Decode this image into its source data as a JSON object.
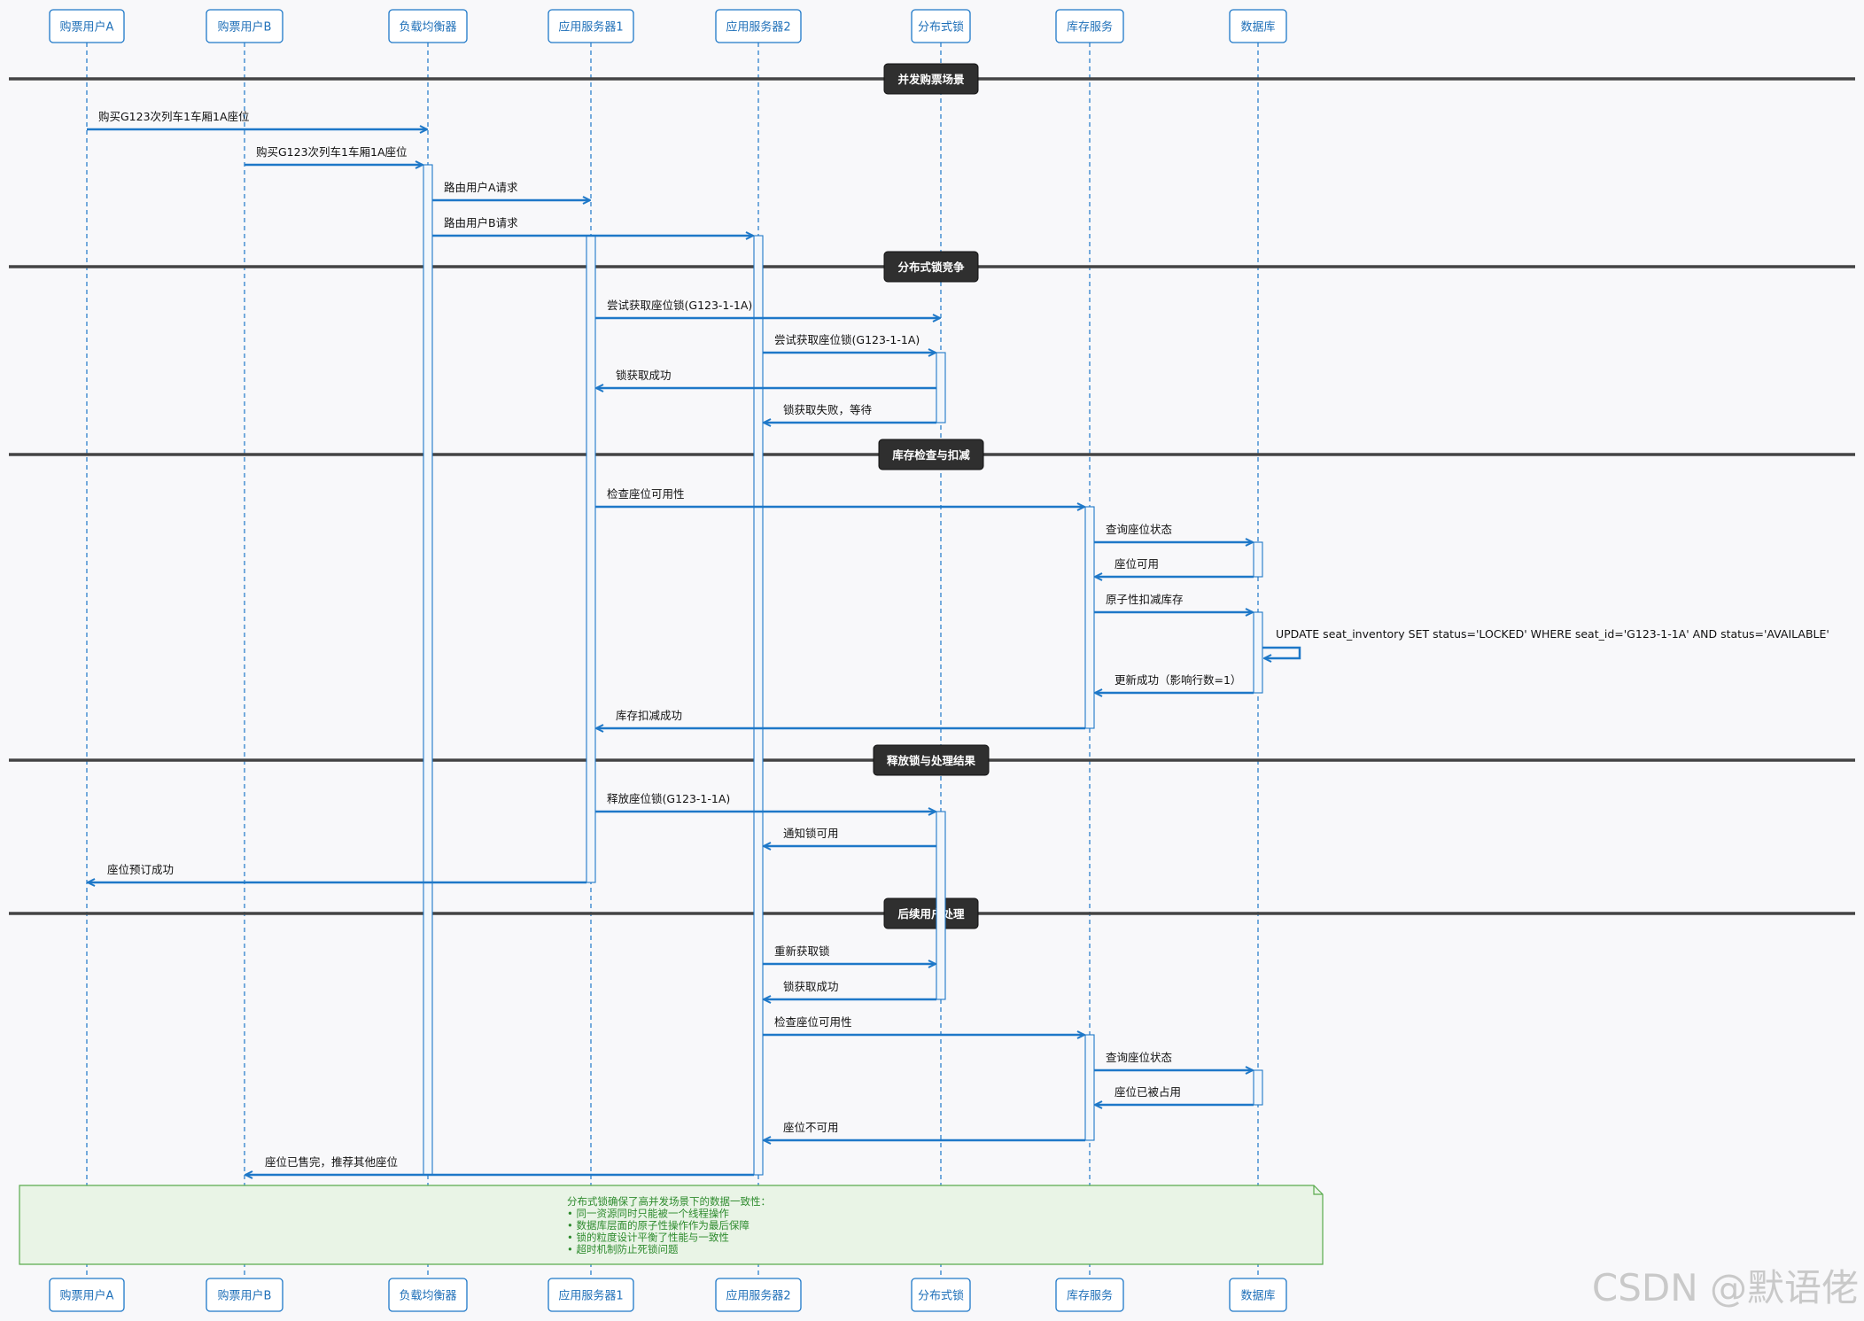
{
  "participants": [
    {
      "id": "userA",
      "label": "购票用户A"
    },
    {
      "id": "userB",
      "label": "购票用户B"
    },
    {
      "id": "lb",
      "label": "负载均衡器"
    },
    {
      "id": "app1",
      "label": "应用服务器1"
    },
    {
      "id": "app2",
      "label": "应用服务器2"
    },
    {
      "id": "lock",
      "label": "分布式锁"
    },
    {
      "id": "inv",
      "label": "库存服务"
    },
    {
      "id": "db",
      "label": "数据库"
    }
  ],
  "sections": [
    {
      "label": "并发购票场景"
    },
    {
      "label": "分布式锁竞争"
    },
    {
      "label": "库存检查与扣减"
    },
    {
      "label": "释放锁与处理结果"
    },
    {
      "label": "后续用户处理"
    }
  ],
  "messages": [
    {
      "from": "userA",
      "to": "lb",
      "label": "购买G123次列车1车厢1A座位"
    },
    {
      "from": "userB",
      "to": "lb",
      "label": "购买G123次列车1车厢1A座位"
    },
    {
      "from": "lb",
      "to": "app1",
      "label": "路由用户A请求"
    },
    {
      "from": "lb",
      "to": "app2",
      "label": "路由用户B请求"
    },
    {
      "from": "app1",
      "to": "lock",
      "label": "尝试获取座位锁(G123-1-1A)"
    },
    {
      "from": "app2",
      "to": "lock",
      "label": "尝试获取座位锁(G123-1-1A)"
    },
    {
      "from": "lock",
      "to": "app1",
      "label": "锁获取成功"
    },
    {
      "from": "lock",
      "to": "app2",
      "label": "锁获取失败，等待"
    },
    {
      "from": "app1",
      "to": "inv",
      "label": "检查座位可用性"
    },
    {
      "from": "inv",
      "to": "db",
      "label": "查询座位状态"
    },
    {
      "from": "db",
      "to": "inv",
      "label": "座位可用"
    },
    {
      "from": "inv",
      "to": "db",
      "label": "原子性扣减库存"
    },
    {
      "from": "db",
      "to": "db",
      "label": "UPDATE seat_inventory SET status='LOCKED' WHERE seat_id='G123-1-1A' AND status='AVAILABLE'"
    },
    {
      "from": "db",
      "to": "inv",
      "label": "更新成功（影响行数=1）"
    },
    {
      "from": "inv",
      "to": "app1",
      "label": "库存扣减成功"
    },
    {
      "from": "app1",
      "to": "lock",
      "label": "释放座位锁(G123-1-1A)"
    },
    {
      "from": "lock",
      "to": "app2",
      "label": "通知锁可用"
    },
    {
      "from": "app1",
      "to": "userA",
      "label": "座位预订成功"
    },
    {
      "from": "app2",
      "to": "lock",
      "label": "重新获取锁"
    },
    {
      "from": "lock",
      "to": "app2",
      "label": "锁获取成功"
    },
    {
      "from": "app2",
      "to": "inv",
      "label": "检查座位可用性"
    },
    {
      "from": "inv",
      "to": "db",
      "label": "查询座位状态"
    },
    {
      "from": "db",
      "to": "inv",
      "label": "座位已被占用"
    },
    {
      "from": "inv",
      "to": "app2",
      "label": "座位不可用"
    },
    {
      "from": "app2",
      "to": "userB",
      "label": "座位已售完，推荐其他座位"
    }
  ],
  "note": {
    "lines": [
      "分布式锁确保了高并发场景下的数据一致性：",
      "• 同一资源同时只能被一个线程操作",
      "• 数据库层面的原子性操作作为最后保障",
      "• 锁的粒度设计平衡了性能与一致性",
      "• 超时机制防止死锁问题"
    ]
  },
  "watermark": "CSDN @默语佬",
  "colors": {
    "accent": "#1e78c8",
    "divider": "#2f2f2f",
    "note_fill": "#e9f4e6",
    "note_text": "#2e8b2e"
  }
}
